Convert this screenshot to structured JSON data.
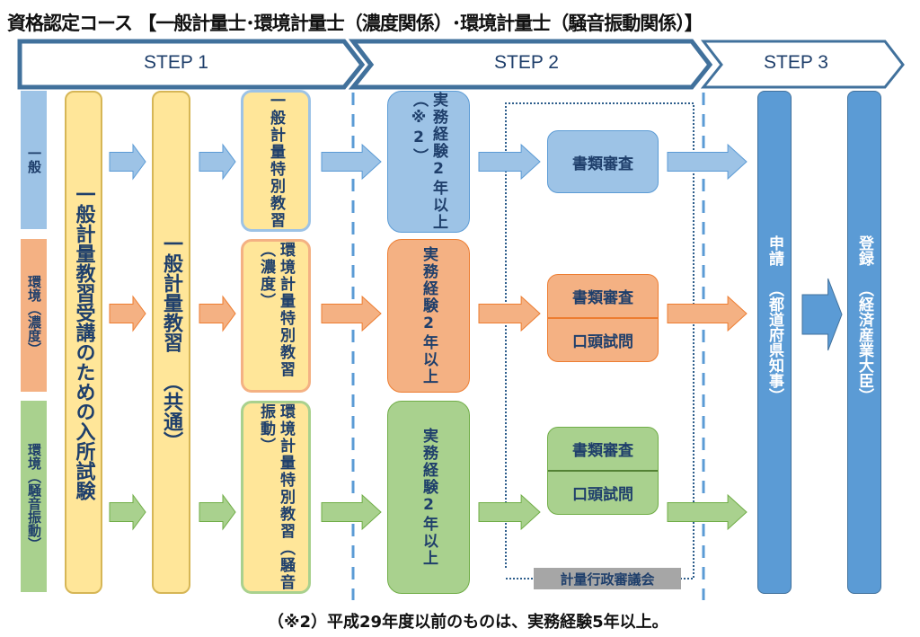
{
  "title": "資格認定コース 【一般計量士･環境計量士（濃度関係）･環境計量士（騒音振動関係）】",
  "steps": [
    {
      "label": "STEP 1"
    },
    {
      "label": "STEP 2"
    },
    {
      "label": "STEP 3"
    }
  ],
  "categories": [
    {
      "label": "一般",
      "color": "#9dc3e6"
    },
    {
      "label": "環境︵濃度︶",
      "color": "#f4b183"
    },
    {
      "label": "環境︵騒音振動︶",
      "color": "#a9d18e"
    }
  ],
  "entrance_exam": "一般計量教習受講のための入所試験",
  "common_course": "一般計量教習　︵共通︶",
  "special_courses": [
    {
      "label": "一般計量特別教習"
    },
    {
      "label": "環境計量特別教習︵濃度︶"
    },
    {
      "label": "環境計量特別教習︵騒音振動︶"
    }
  ],
  "experience": [
    {
      "label": "実務経験2年以上︵※2︶"
    },
    {
      "label": "実務経験2年以上"
    },
    {
      "label": "実務経験2年以上"
    }
  ],
  "reviews": [
    {
      "items": [
        "書類審査"
      ]
    },
    {
      "items": [
        "書類審査",
        "口頭試問"
      ]
    },
    {
      "items": [
        "書類審査",
        "口頭試問"
      ]
    }
  ],
  "council": "計量行政審議会",
  "application": "申請　︵都道府県知事︶",
  "registration": "登録　︵経済産業大臣︶",
  "footnote": "（※2）平成29年度以前のものは、実務経験5年以上。",
  "colors": {
    "blue": "#9dc3e6",
    "orange": "#f4b183",
    "green": "#a9d18e",
    "yellow": "#ffe699",
    "navy": "#1f3f6b",
    "step_border": "#41719c",
    "final_blue": "#5b9bd5"
  }
}
